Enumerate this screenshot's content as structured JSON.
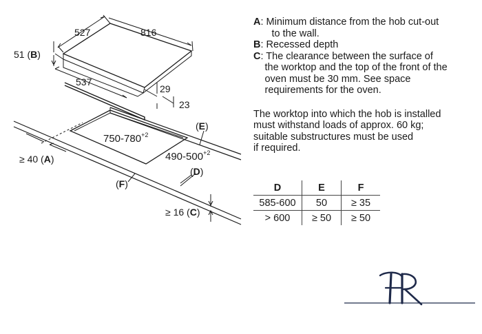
{
  "diagram": {
    "hob_depth": "527",
    "hob_width": "816",
    "hob_height_label": "51 (",
    "hob_height_ref": "B",
    "hob_height_close": ")",
    "hob_inner_depth": "537",
    "dim_29": "29",
    "dim_23": "23",
    "cutout_width": "750-780",
    "cutout_width_sup": "+2",
    "cutout_depth": "490-500",
    "cutout_depth_sup": "+2",
    "min_40_prefix": "≥ 40 (",
    "min_40_ref": "A",
    "min_40_close": ")",
    "min_16_prefix": "≥ 16 (",
    "min_16_ref": "C",
    "min_16_close": ")",
    "label_E_open": "(",
    "label_E": "E",
    "label_E_close": ")",
    "label_D_open": "(",
    "label_D": "D",
    "label_D_close": ")",
    "label_F_open": "(",
    "label_F": "F",
    "label_F_close": ")"
  },
  "notes": {
    "items": [
      {
        "label": "A",
        "text_line1": ": Minimum distance from the hob cut-out",
        "text_more": [
          "to the wall."
        ]
      },
      {
        "label": "B",
        "text_line1": ": Recessed depth",
        "text_more": []
      },
      {
        "label": "C",
        "text_line1": ": The clearance between the surface of",
        "text_more": [
          "the worktop and the top of the front of the",
          "oven must be 30 mm. See space",
          "requirements for the oven."
        ]
      }
    ],
    "paragraph": [
      "The worktop into which the hob is installed",
      "must withstand loads of approx. 60 kg;",
      "suitable substructures must be used",
      "if required."
    ]
  },
  "table": {
    "headers": [
      "D",
      "E",
      "F"
    ],
    "rows": [
      [
        "585-600",
        "50",
        "≥ 35"
      ],
      [
        "> 600",
        "≥ 50",
        "≥ 50"
      ]
    ]
  },
  "colors": {
    "ink": "#1a1a1a",
    "logo": "#1f2a4a"
  }
}
